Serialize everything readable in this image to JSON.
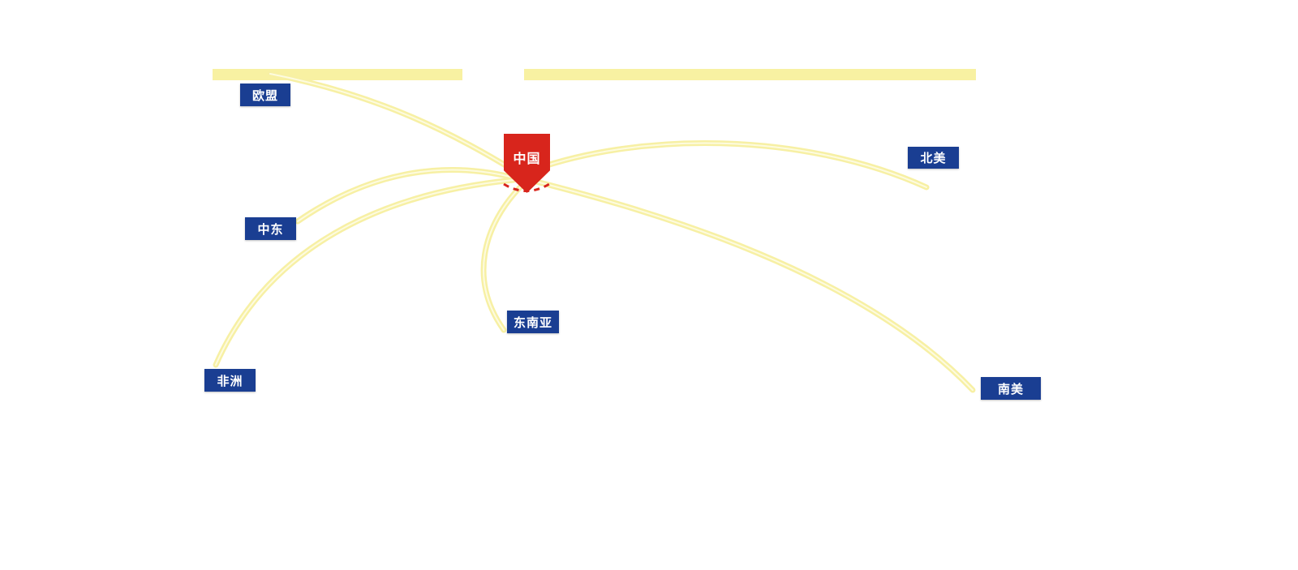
{
  "map": {
    "center": {
      "label": "中国"
    },
    "regions": {
      "eu": {
        "label": "欧盟"
      },
      "north_america": {
        "label": "北美"
      },
      "middle_east": {
        "label": "中东"
      },
      "southeast_asia": {
        "label": "东南亚"
      },
      "africa": {
        "label": "非洲"
      },
      "south_america": {
        "label": "南美"
      }
    },
    "connections": [
      {
        "from": "中国",
        "to": "欧盟"
      },
      {
        "from": "中国",
        "to": "北美"
      },
      {
        "from": "中国",
        "to": "中东"
      },
      {
        "from": "中国",
        "to": "东南亚"
      },
      {
        "from": "中国",
        "to": "非洲"
      },
      {
        "from": "中国",
        "to": "南美"
      }
    ],
    "colors": {
      "route": "#f7f0a4",
      "route_highlight": "#fdfbdf",
      "label_bg": "#1a3e92",
      "label_text": "#ffffff",
      "center_bg": "#d8251c",
      "center_text": "#ffffff"
    }
  }
}
